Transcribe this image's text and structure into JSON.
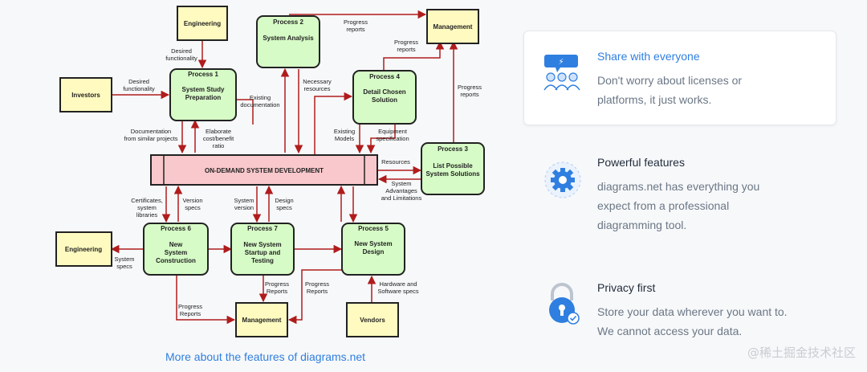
{
  "diagram": {
    "entities": {
      "engineering_top": "Engineering",
      "management_top": "Management",
      "investors": "Investors",
      "engineering_left": "Engineering",
      "management_bottom": "Management",
      "vendors": "Vendors"
    },
    "processes": {
      "p1": {
        "id": "Process 1",
        "lines": [
          "System Study",
          "Preparation"
        ]
      },
      "p2": {
        "id": "Process 2",
        "lines": [
          "System Analysis"
        ]
      },
      "p4": {
        "id": "Process 4",
        "lines": [
          "Detail Chosen",
          "Solution"
        ]
      },
      "p3": {
        "id": "Process 3",
        "lines": [
          "List Possible",
          "System Solutions"
        ]
      },
      "p6": {
        "id": "Process 6",
        "lines": [
          "New",
          "System",
          "Construction"
        ]
      },
      "p7": {
        "id": "Process 7",
        "lines": [
          "New System",
          "Startup and",
          "Testing"
        ]
      },
      "p5": {
        "id": "Process 5",
        "lines": [
          "New System",
          "Design"
        ]
      }
    },
    "center_bar": "ON-DEMAND SYSTEM DEVELOPMENT",
    "edge_labels": {
      "desired_functionality_top": [
        "Desired",
        "functionality"
      ],
      "desired_functionality_left": [
        "Desired",
        "functionality"
      ],
      "progress_reports_p2": [
        "Progress",
        "reports"
      ],
      "progress_reports_p4": [
        "Progress",
        "reports"
      ],
      "progress_reports_p3": [
        "Progress",
        "reports"
      ],
      "existing_documentation": [
        "Existing",
        "documentation"
      ],
      "necessary_resources": [
        "Necessary",
        "resources"
      ],
      "documentation_projects": [
        "Documentation",
        "from similar projects"
      ],
      "elaborate_ratio": [
        "Elaborate",
        "cost/benefit",
        "ratio"
      ],
      "existing_models": [
        "Existing",
        "Models"
      ],
      "equipment_specification": [
        "Equipment",
        "specification"
      ],
      "resources": [
        "Resources"
      ],
      "system_advantages": [
        "System",
        "Advantages",
        "and Limitations"
      ],
      "certificates": [
        "Certificates,",
        "system",
        "libraries"
      ],
      "version_specs": [
        "Version",
        "specs"
      ],
      "system_version": [
        "System",
        "version"
      ],
      "design_specs": [
        "Design",
        "specs"
      ],
      "system_specs": [
        "System",
        "specs"
      ],
      "progress_reports_p6": [
        "Progress",
        "Reports"
      ],
      "progress_reports_p7": [
        "Progress",
        "Reports"
      ],
      "progress_reports_p5": [
        "Progress",
        "Reports"
      ],
      "hardware_software": [
        "Hardware and",
        "Software specs"
      ]
    }
  },
  "more_link": "More about the features of diagrams.net",
  "features": [
    {
      "title": "Share with everyone",
      "lines": [
        "Don't worry about licenses or",
        "platforms, it just works."
      ]
    },
    {
      "title": "Powerful features",
      "lines": [
        "diagrams.net has everything you",
        "expect from a professional",
        "diagramming tool."
      ]
    },
    {
      "title": "Privacy first",
      "lines": [
        "Store your data wherever you want to.",
        "We cannot access your data."
      ]
    }
  ],
  "watermark": "@稀土掘金技术社区",
  "colors": {
    "accent": "#2f7fe0",
    "edge": "#b01c1c",
    "entity_fill": "#fffbc0",
    "process_fill": "#d6fbc6",
    "bar_fill": "#f8c8cc"
  }
}
